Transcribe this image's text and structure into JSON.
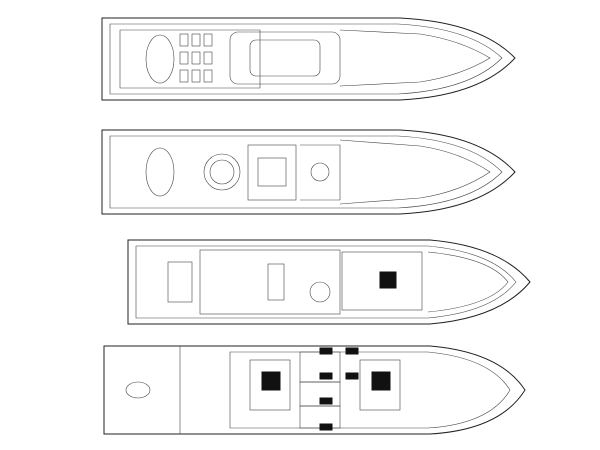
{
  "colors": {
    "background": "#ffffff",
    "line": "#222222",
    "fill": "#111111"
  },
  "decks": [
    {
      "id": "sun-deck"
    },
    {
      "id": "bridge-deck"
    },
    {
      "id": "main-deck"
    },
    {
      "id": "lower-deck"
    }
  ]
}
